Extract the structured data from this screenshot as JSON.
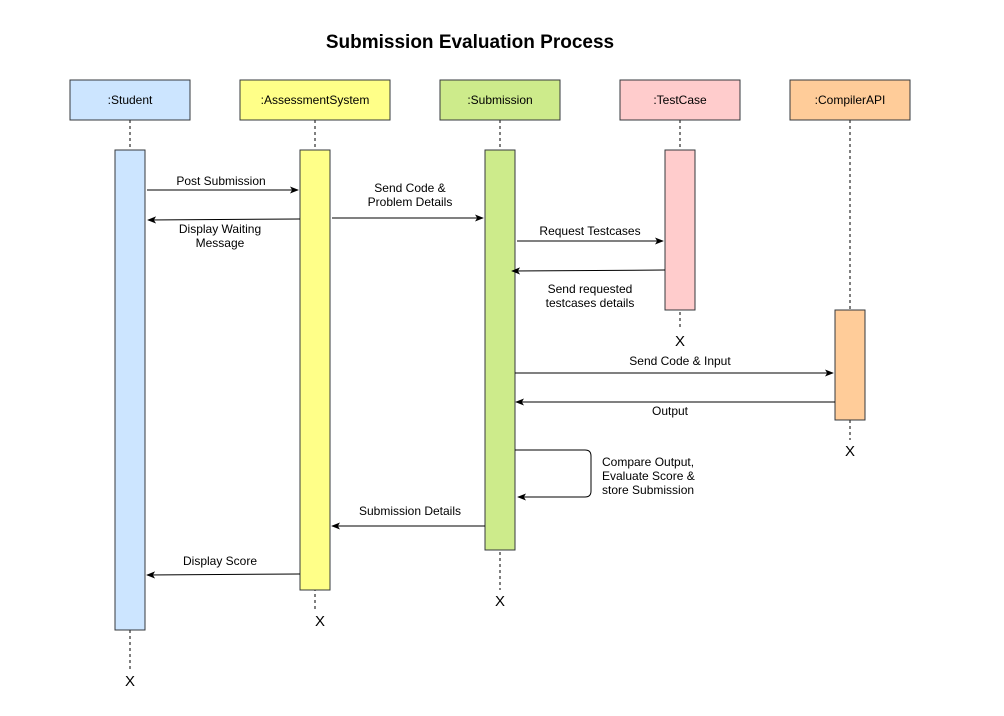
{
  "title": "Submission Evaluation Process",
  "participants": [
    {
      "id": "student",
      "label": ":Student",
      "fill": "#cce5ff",
      "stroke": "#36393d"
    },
    {
      "id": "assessment",
      "label": ":AssessmentSystem",
      "fill": "#ffff88",
      "stroke": "#36393d"
    },
    {
      "id": "submission",
      "label": ":Submission",
      "fill": "#cdeb8b",
      "stroke": "#36393d"
    },
    {
      "id": "testcase",
      "label": ":TestCase",
      "fill": "#ffcccc",
      "stroke": "#36393d"
    },
    {
      "id": "compiler",
      "label": ":CompilerAPI",
      "fill": "#ffcc99",
      "stroke": "#36393d"
    }
  ],
  "messages": [
    {
      "id": "post-submission",
      "lines": [
        "Post Submission"
      ]
    },
    {
      "id": "send-code-problem",
      "lines": [
        "Send Code &",
        "Problem Details"
      ]
    },
    {
      "id": "display-waiting",
      "lines": [
        "Display Waiting",
        "Message"
      ]
    },
    {
      "id": "request-testcases",
      "lines": [
        "Request Testcases"
      ]
    },
    {
      "id": "send-testcases",
      "lines": [
        "Send requested",
        "testcases details"
      ]
    },
    {
      "id": "send-code-input",
      "lines": [
        "Send Code & Input"
      ]
    },
    {
      "id": "output",
      "lines": [
        "Output"
      ]
    },
    {
      "id": "compare-output",
      "lines": [
        "Compare Output,",
        "Evaluate Score &",
        "store Submission"
      ]
    },
    {
      "id": "submission-details",
      "lines": [
        "Submission Details"
      ]
    },
    {
      "id": "display-score",
      "lines": [
        "Display Score"
      ]
    }
  ],
  "destroy_mark": "X"
}
